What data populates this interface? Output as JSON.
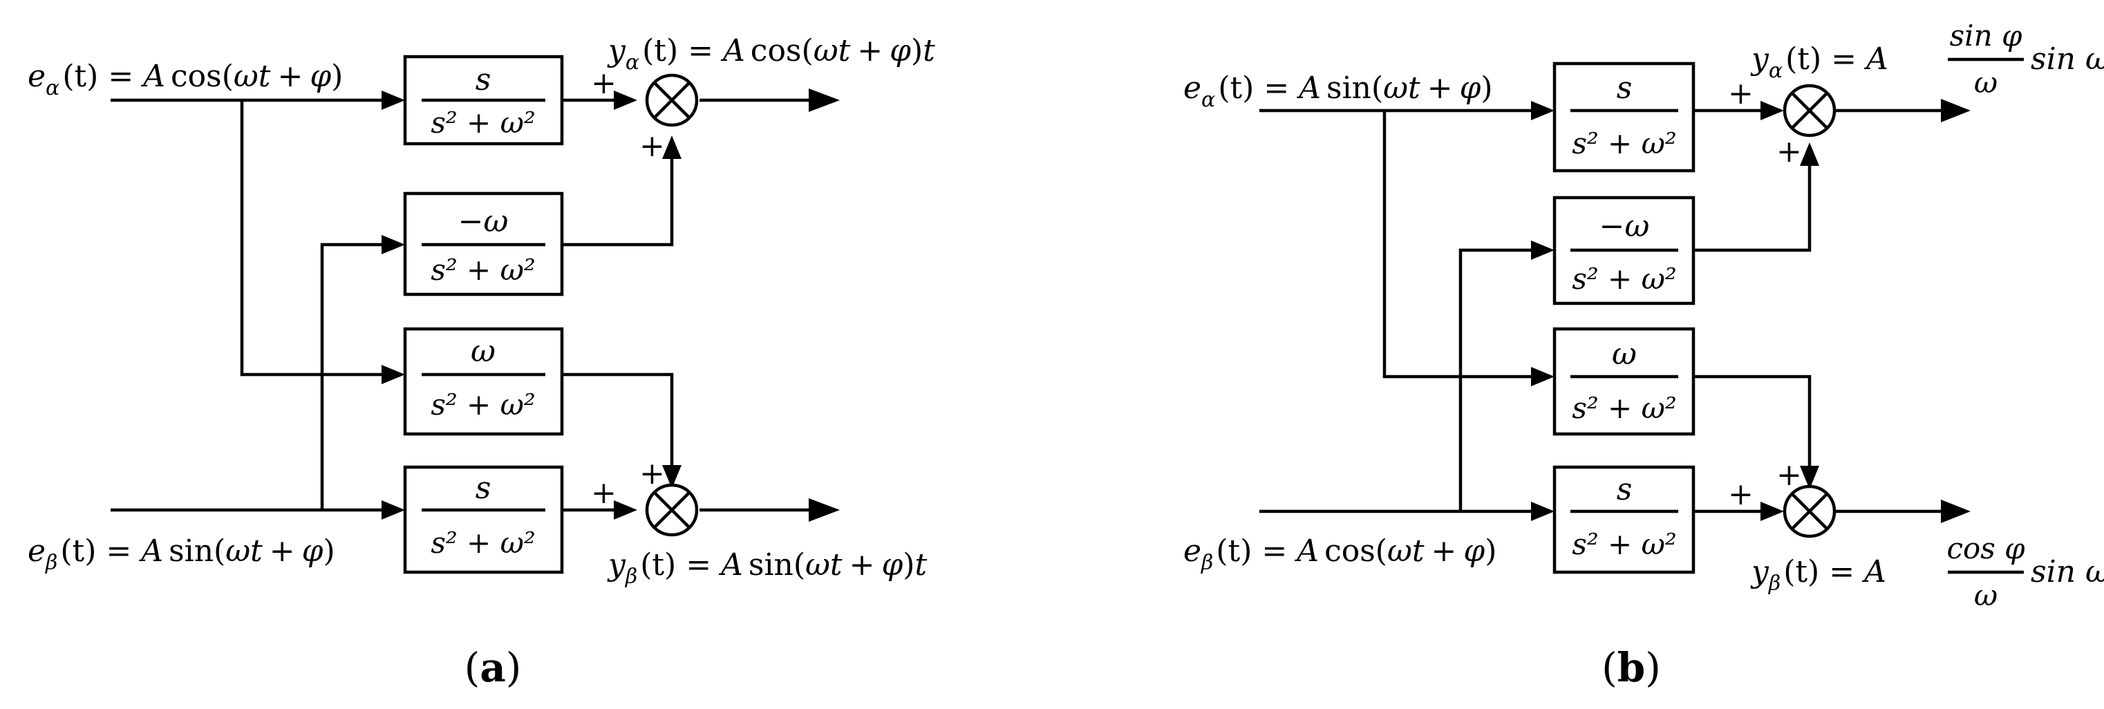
{
  "panel_a": {
    "caption_open": "(",
    "caption_letter": "a",
    "caption_close": ")",
    "input_alpha": "e_α(t) = A cos(ωt + φ)",
    "input_beta": "e_β(t) = A sin(ωt + φ)",
    "output_alpha": "y_α(t) = A cos(ωt + φ)t",
    "output_beta": "y_β(t) = A sin(ωt + φ)t",
    "blocks": [
      {
        "num": "s",
        "den": "s² + ω²"
      },
      {
        "num": "−ω",
        "den": "s² + ω²"
      },
      {
        "num": "ω",
        "den": "s² + ω²"
      },
      {
        "num": "s",
        "den": "s² + ω²"
      }
    ],
    "signs": [
      "+",
      "+",
      "+",
      "+"
    ]
  },
  "panel_b": {
    "caption_open": "(",
    "caption_letter": "b",
    "caption_close": ")",
    "input_alpha": "e_α(t) = A sin(ωt + φ)",
    "input_beta": "e_β(t) = A cos(ωt + φ)",
    "output_alpha": "y_α(t) = A (sin φ / ω) sin ωt",
    "output_beta": "y_β(t) = A (cos φ / ω) sin ωt",
    "blocks": [
      {
        "num": "s",
        "den": "s² + ω²"
      },
      {
        "num": "−ω",
        "den": "s² + ω²"
      },
      {
        "num": "ω",
        "den": "s² + ω²"
      },
      {
        "num": "s",
        "den": "s² + ω²"
      }
    ],
    "signs": [
      "+",
      "+",
      "+",
      "+"
    ]
  },
  "glyphs": {
    "e": "e",
    "y": "y",
    "alpha": "α",
    "beta": "β",
    "t_arg": "(t)",
    "eq": "=",
    "A": "A",
    "cos_open": "cos(",
    "sin_open": "sin(",
    "wt": "ωt",
    "plus": "+",
    "phi": "φ",
    "close": ")",
    "t": "t",
    "sin_phi": "sin φ",
    "cos_phi": "cos φ",
    "omega": "ω",
    "sin_wt": "sin ωt"
  }
}
